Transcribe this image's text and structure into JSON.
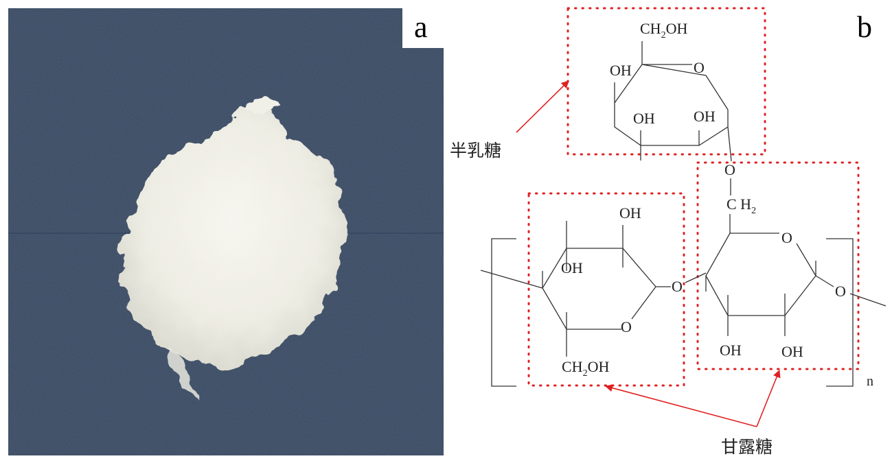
{
  "panels": {
    "a": {
      "label": "a",
      "photo": "white powder pile on dark blue textured surface"
    },
    "b": {
      "label": "b"
    }
  },
  "structure": {
    "galactose_label": "半乳糖",
    "mannose_label": "甘露糖",
    "repeat_index": "n",
    "galactose_ring": {
      "ch2oh_main": "CH",
      "ch2oh_sub": "2",
      "ch2oh_tail": "OH",
      "oh_left": "OH",
      "ring_o": "O",
      "oh_bottom_left": "OH",
      "oh_bottom_right": "OH"
    },
    "link_o": "O",
    "link_ch2_main": "C H",
    "link_ch2_sub": "2",
    "mannose_left": {
      "oh_top": "OH",
      "oh_mid": "OH",
      "ring_o": "O",
      "ch2oh_main": "CH",
      "ch2oh_sub": "2",
      "ch2oh_tail": "OH"
    },
    "glycosidic_o": "O",
    "mannose_right": {
      "ring_o": "O",
      "oh_bottom_left": "OH",
      "oh_bottom_right": "OH"
    },
    "chain_o_right": "O"
  },
  "colors": {
    "annotation": "#e02020",
    "backdrop": "#3a4a63",
    "powder": "#f2f1ea"
  }
}
